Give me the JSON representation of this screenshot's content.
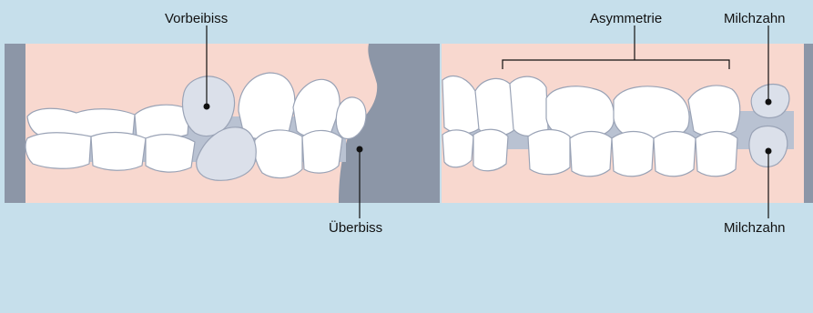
{
  "labels": {
    "vorbeibiss": "Vorbeibiss",
    "ueberbiss": "Überbiss",
    "asymmetrie": "Asymmetrie",
    "milchzahn_top": "Milchzahn",
    "milchzahn_bottom": "Milchzahn"
  },
  "colors": {
    "background": "#c6dfeb",
    "gum": "#f8d8cf",
    "shadow": "#8c96a7",
    "gap": "#b9c2d2",
    "tooth": "#ffffff",
    "tooth_outline": "#9aa3b6",
    "highlight_tooth": "#dbe0ea",
    "leader_line": "#111111"
  }
}
